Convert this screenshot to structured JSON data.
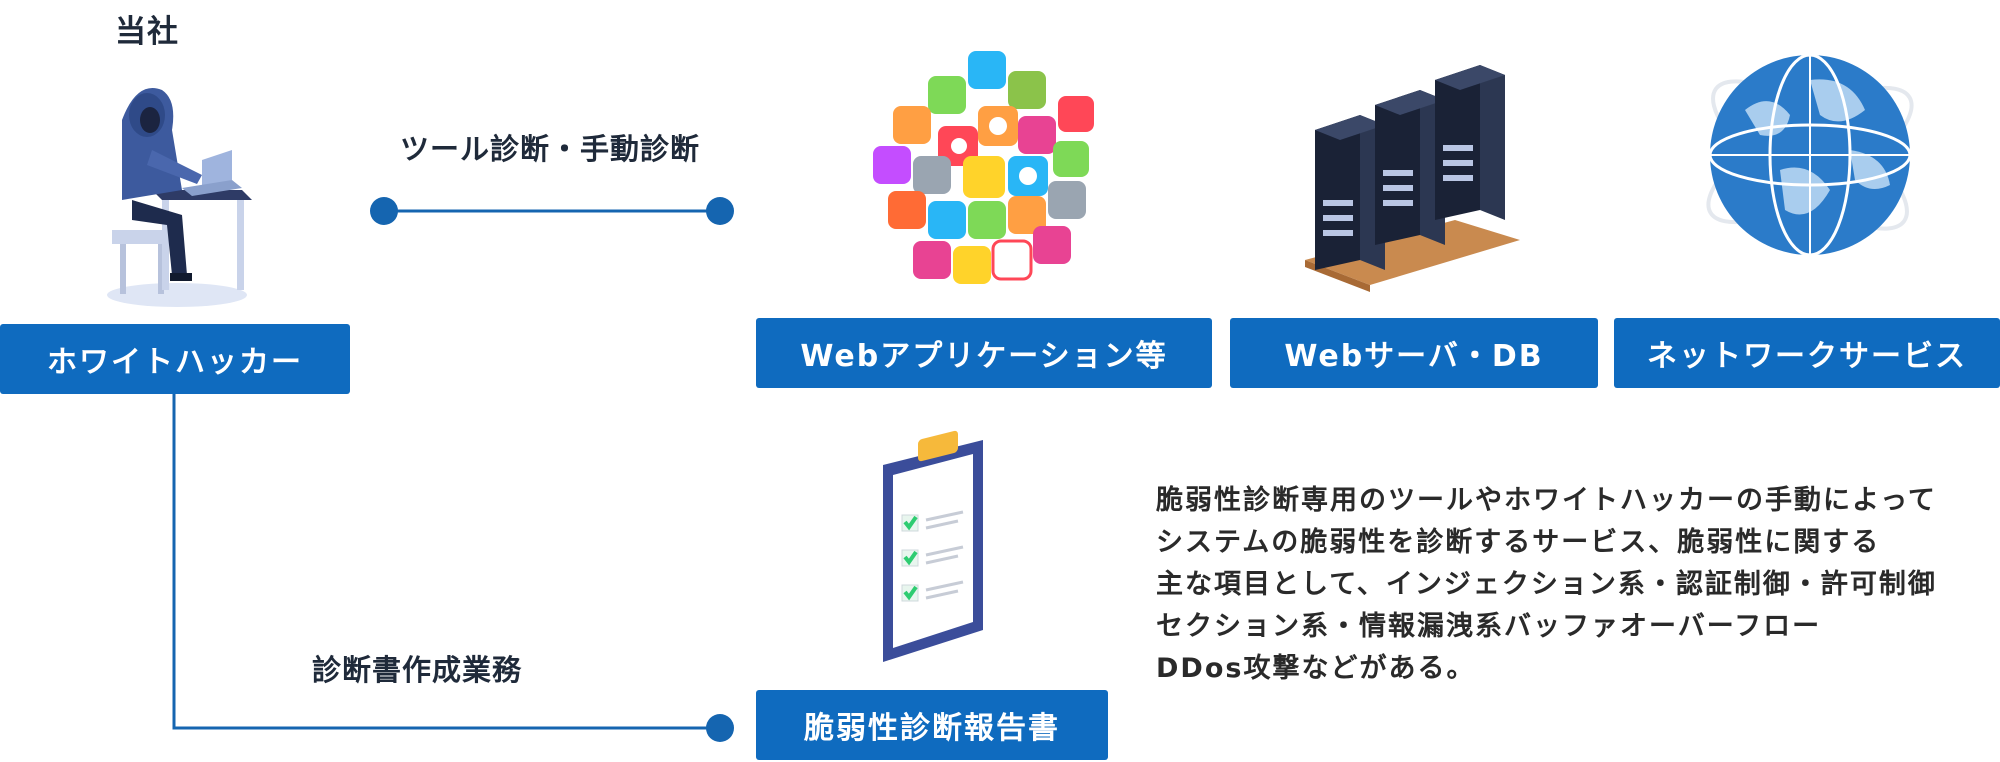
{
  "company_label": "当社",
  "hacker_box": "ホワイトハッカー",
  "connector_top_label": "ツール診断・手動診断",
  "connector_bottom_label": "診断書作成業務",
  "targets": [
    {
      "label": "Webアプリケーション等",
      "icon": "app-icons-cluster"
    },
    {
      "label": "Webサーバ・DB",
      "icon": "server-racks"
    },
    {
      "label": "ネットワークサービス",
      "icon": "globe-network"
    }
  ],
  "report_box": "脆弱性診断報告書",
  "description_lines": [
    "脆弱性診断専用のツールやホワイトハッカーの手動によって",
    "システムの脆弱性を診断するサービス、脆弱性に関する",
    "主な項目として、インジェクション系・認証制御・許可制御",
    "セクション系・情報漏洩系バッファオーバーフロー",
    "DDos攻撃などがある。"
  ],
  "colors": {
    "accent": "#0f6bbf",
    "dark_text": "#1f2a3a",
    "line": "#1565b0"
  }
}
